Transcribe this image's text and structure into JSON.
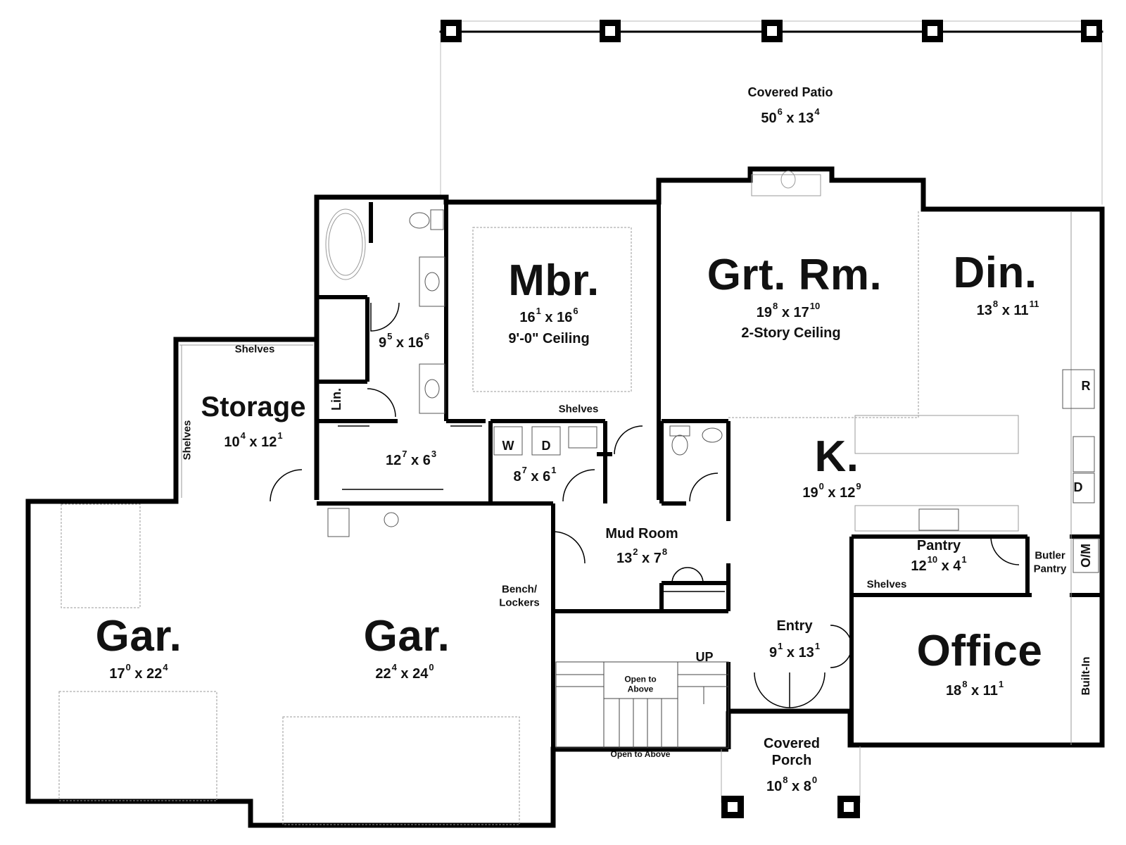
{
  "rooms": {
    "patio": {
      "name": "Covered Patio",
      "w": "50",
      "wi": "6",
      "d": "13",
      "di": "4"
    },
    "mbr": {
      "name": "Mbr.",
      "w": "16",
      "wi": "1",
      "d": "16",
      "di": "6",
      "note": "9'-0\" Ceiling"
    },
    "grtrm": {
      "name": "Grt. Rm.",
      "w": "19",
      "wi": "8",
      "d": "17",
      "di": "10",
      "note": "2-Story Ceiling"
    },
    "din": {
      "name": "Din.",
      "w": "13",
      "wi": "8",
      "d": "11",
      "di": "11"
    },
    "bath": {
      "w": "9",
      "wi": "5",
      "d": "16",
      "di": "6"
    },
    "storage": {
      "name": "Storage",
      "w": "10",
      "wi": "4",
      "d": "12",
      "di": "1"
    },
    "closet": {
      "w": "12",
      "wi": "7",
      "d": "6",
      "di": "3"
    },
    "laundry": {
      "w": "8",
      "wi": "7",
      "d": "6",
      "di": "1"
    },
    "kitchen": {
      "name": "K.",
      "w": "19",
      "wi": "0",
      "d": "12",
      "di": "9"
    },
    "mudroom": {
      "name": "Mud Room",
      "w": "13",
      "wi": "2",
      "d": "7",
      "di": "8"
    },
    "pantry": {
      "name": "Pantry",
      "w": "12",
      "wi": "10",
      "d": "4",
      "di": "1"
    },
    "gar1": {
      "name": "Gar.",
      "w": "17",
      "wi": "0",
      "d": "22",
      "di": "4"
    },
    "gar2": {
      "name": "Gar.",
      "w": "22",
      "wi": "4",
      "d": "24",
      "di": "0"
    },
    "entry": {
      "name": "Entry",
      "w": "9",
      "wi": "1",
      "d": "13",
      "di": "1"
    },
    "office": {
      "name": "Office",
      "w": "18",
      "wi": "8",
      "d": "11",
      "di": "1"
    },
    "porch": {
      "name": "Covered\nPorch",
      "w": "10",
      "wi": "8",
      "d": "8",
      "di": "0"
    }
  },
  "labels": {
    "shelves": "Shelves",
    "lin": "Lin.",
    "washer": "W",
    "dryer": "D",
    "fridge": "R",
    "dishwasher": "D",
    "oven": "O/M",
    "butler": "Butler\nPantry",
    "bench": "Bench/\nLockers",
    "open_above": "Open to\nAbove",
    "open_above2": "Open to Above",
    "up": "UP",
    "builtin": "Built-In"
  }
}
